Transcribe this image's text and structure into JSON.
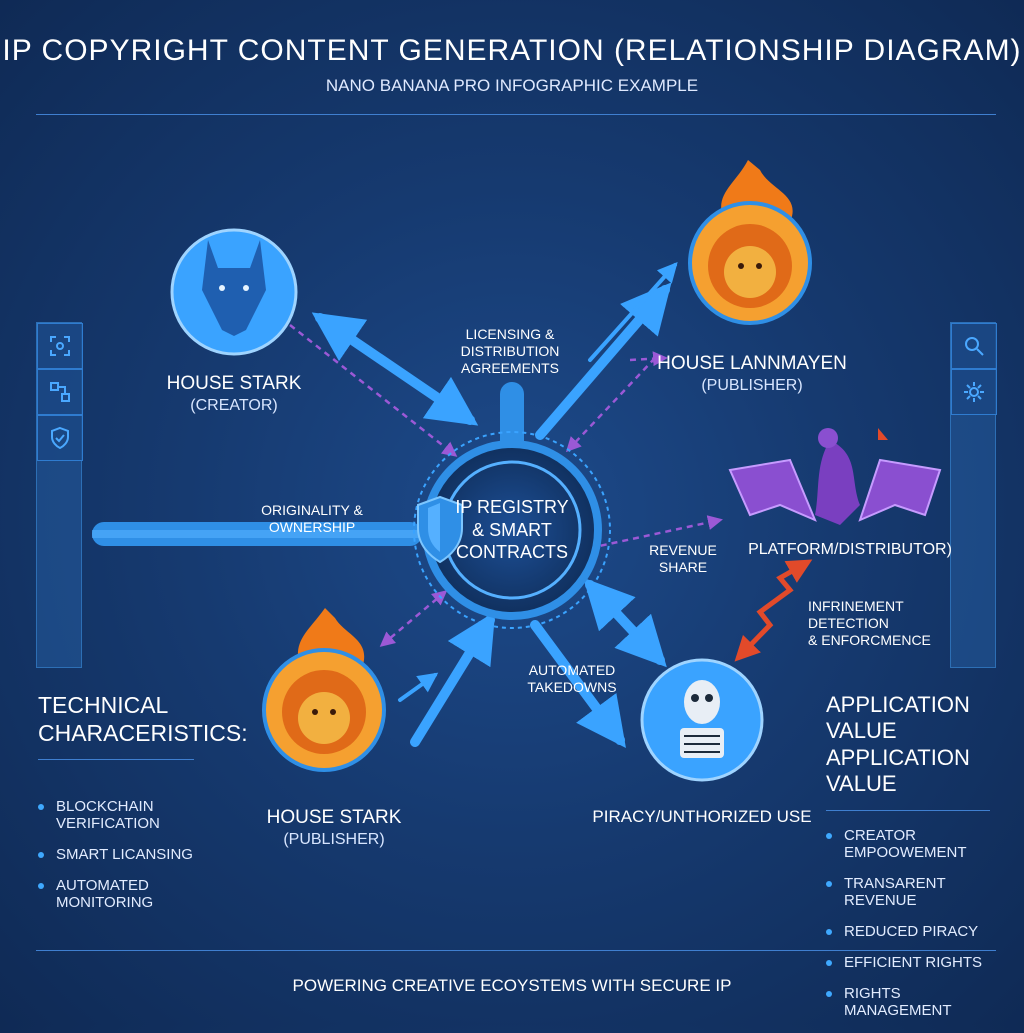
{
  "header": {
    "title": "IP COPYRIGHT CONTENT GENERATION (RELATIONSHIP DIAGRAM)",
    "subtitle": "NANO BANANA PRO INFOGRAPHIC EXAMPLE"
  },
  "center": {
    "label_line1": "IP REGISTRY",
    "label_line2": "& SMART",
    "label_line3": "CONTRACTS"
  },
  "nodes": {
    "stark_creator": {
      "name": "HOUSE STARK",
      "role": "(CREATOR)",
      "icon": "wolf-icon",
      "color": "#2f86e0"
    },
    "lannmayen_publisher": {
      "name": "HOUSE LANNMAYEN",
      "role": "(PUBLISHER)",
      "icon": "lion-flame-icon",
      "color": "#f08a1c"
    },
    "platform": {
      "name": "PLATFORM/DISTRIBUTOR)",
      "icon": "dragon-icon",
      "color": "#8a4fd0"
    },
    "stark_publisher": {
      "name": "HOUSE STARK",
      "role": "(PUBLISHER)",
      "icon": "lion-flame-icon",
      "color": "#f08a1c"
    },
    "piracy": {
      "name": "PIRACY/UNTHORIZED USE",
      "icon": "skeleton-icon",
      "color": "#2f86e0"
    }
  },
  "edges": {
    "licensing_line1": "LICENSING & DISTRIBUTION",
    "licensing_line2": "AGREEMENTS",
    "originality": "ORIGINALITY & OWNERSHIP",
    "revenue_share": "REVENUE SHARE",
    "infringement_line1": "INFRINEMENT DETECTION",
    "infringement_line2": "& ENFORCMENCE",
    "takedowns_line1": "AUTOMATED",
    "takedowns_line2": "TAKEDOWNS"
  },
  "technical": {
    "title_line1": "TECHNICAL",
    "title_line2": "CHARACERISTICS:",
    "items": [
      "BLOCKCHAIN VERIFICATION",
      "SMART LICANSING",
      "AUTOMATED MONITORING"
    ]
  },
  "application": {
    "title_line1": "APPLICATION VALUE",
    "title_line2": "APPLICATION VALUE",
    "items": [
      "CREATOR EMPOOWEMENT",
      "TRANSARENT REVENUE",
      "REDUCED PIRACY",
      "EFFICIENT RIGHTS",
      "RIGHTS MANAGEMENT"
    ]
  },
  "footer": {
    "text": "POWERING CREATIVE ECOYSTEMS WITH SECURE IP"
  },
  "colors": {
    "accent": "#3fa9ff",
    "arrow_purple": "#9b59d6",
    "arrow_red": "#e24a2a",
    "background": "#163a70"
  }
}
